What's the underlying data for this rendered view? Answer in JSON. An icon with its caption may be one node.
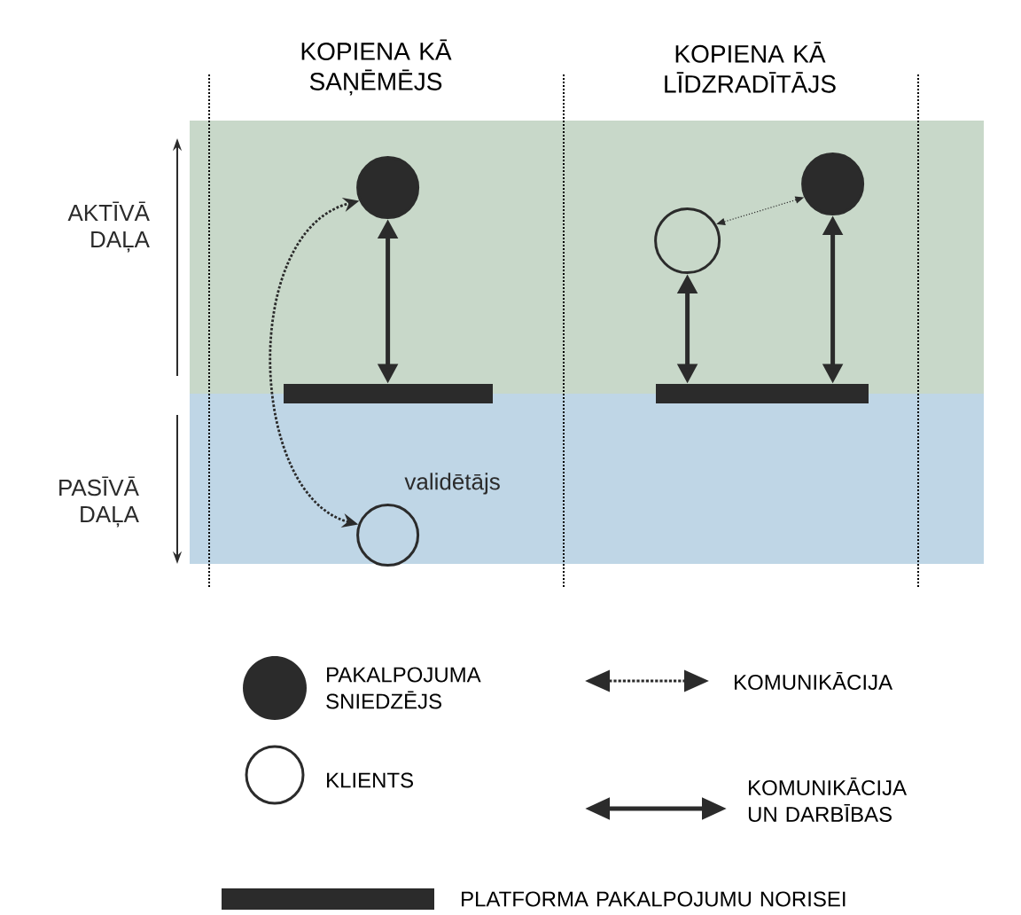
{
  "diagram": {
    "nodes": [
      {
        "text": [
          "AKTĪVĀ DAĻA"
        ]
      },
      {
        "text": [
          "PASĪVĀ DAĻA"
        ]
      },
      {
        "text": [],
        "shape": "circle",
        "in": 0
      },
      {
        "text": [],
        "shape": "bar"
      },
      {
        "text": [],
        "shape": "circle",
        "in": 1,
        "beside": [
          "validētājs"
        ]
      },
      {
        "text": [],
        "shape": "circle",
        "in": 0
      },
      {
        "text": [],
        "shape": "circle",
        "in": 0
      },
      {
        "text": [],
        "shape": "bar"
      }
    ],
    "edges": [
      {
        "from": 3,
        "to": 2,
        "arrow": "both"
      },
      {
        "from": 4,
        "to": 2,
        "arrow": "both",
        "style": "dashed"
      },
      {
        "from": 7,
        "to": 5,
        "arrow": "both"
      },
      {
        "from": 7,
        "to": 6,
        "arrow": "both"
      },
      {
        "from": 5,
        "to": 6,
        "arrow": "both",
        "style": "dashed"
      }
    ],
    "labels": [
      "KOPIENA KĀ SAŅĒMĒJS",
      "KOPIENA KĀ LĪDZRADĪTĀJS"
    ],
    "legend": [
      {
        "text": "PAKALPOJUMA SNIEDZĒJS"
      },
      {
        "text": "KOMUNIKĀCIJA"
      },
      {
        "text": "KLIENTS"
      },
      {
        "text": "KOMUNIKĀCIJA UN DARBĪBAS"
      },
      {
        "text": "PLATFORMA PAKALPOJUMU NORISEI"
      }
    ]
  }
}
